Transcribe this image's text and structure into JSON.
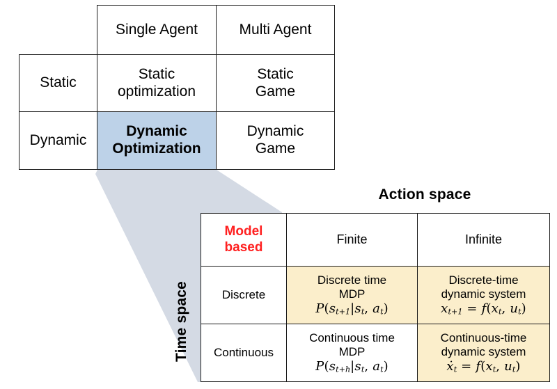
{
  "top_matrix": {
    "name": "agent-dynamics-matrix",
    "column_headers": [
      "",
      "Single Agent",
      "Multi Agent"
    ],
    "rows": [
      {
        "row_header": "Static",
        "cells": [
          {
            "lines": [
              "Static",
              "optimization"
            ],
            "highlighted": false
          },
          {
            "lines": [
              "Static",
              "Game"
            ],
            "highlighted": false
          }
        ]
      },
      {
        "row_header": "Dynamic",
        "cells": [
          {
            "lines": [
              "Dynamic",
              "Optimization"
            ],
            "highlighted": true
          },
          {
            "lines": [
              "Dynamic",
              "Game"
            ],
            "highlighted": false
          }
        ]
      }
    ]
  },
  "bottom_matrix": {
    "name": "model-based-matrix",
    "axis_titles": {
      "horizontal": "Action space",
      "vertical": "Time space"
    },
    "corner_label": {
      "lines": [
        "Model",
        "based"
      ],
      "color": "#ff2020"
    },
    "column_headers": [
      "Finite",
      "Infinite"
    ],
    "rows": [
      {
        "row_header": "Discrete",
        "cells": [
          {
            "lines": [
              "Discrete time",
              "MDP"
            ],
            "formula": "P(s_{t+1}|s_t, a_t)",
            "formula_parts": {
              "fn": "P",
              "open": "(",
              "s1": "s",
              "sub1": "t+1",
              "bar": "|",
              "s2": "s",
              "sub2": "t",
              "comma": ", ",
              "s3": "a",
              "sub3": "t",
              "close": ")"
            },
            "highlighted": true
          },
          {
            "lines": [
              "Discrete-time",
              "dynamic system"
            ],
            "formula": "x_{t+1} = f(x_t, u_t)",
            "formula_parts": {
              "lhs": "x",
              "lsub": "t+1",
              "eq": " = ",
              "fn": "f",
              "open": "(",
              "a1": "x",
              "asub1": "t",
              "comma": ", ",
              "a2": "u",
              "asub2": "t",
              "close": ")"
            },
            "highlighted": true
          }
        ]
      },
      {
        "row_header": "Continuous",
        "cells": [
          {
            "lines": [
              "Continuous time",
              "MDP"
            ],
            "formula": "P(s_{t+h}|s_t, a_t)",
            "formula_parts": {
              "fn": "P",
              "open": "(",
              "s1": "s",
              "sub1": "t+h",
              "bar": "|",
              "s2": "s",
              "sub2": "t",
              "comma": ", ",
              "s3": "a",
              "sub3": "t",
              "close": ")"
            },
            "highlighted": false
          },
          {
            "lines": [
              "Continuous-time",
              "dynamic system"
            ],
            "formula": "ẋ_t = f(x_t, u_t)",
            "formula_parts": {
              "lhs": "ẋ",
              "lsub": "t",
              "eq": " = ",
              "fn": "f",
              "open": "(",
              "a1": "x",
              "asub1": "t",
              "comma": ", ",
              "a2": "u",
              "asub2": "t",
              "close": ")"
            },
            "highlighted": false
          }
        ]
      }
    ]
  },
  "connector": {
    "name": "funnel-connector",
    "color": "#d4dae4",
    "from": "Dynamic Optimization",
    "to": "Model based matrix"
  },
  "colors": {
    "highlight_blue": "#bdd2e8",
    "highlight_cream": "#fbeecb",
    "accent_red": "#ff2020",
    "connector_gray": "#d4dae4",
    "border": "#1a1a1a"
  }
}
